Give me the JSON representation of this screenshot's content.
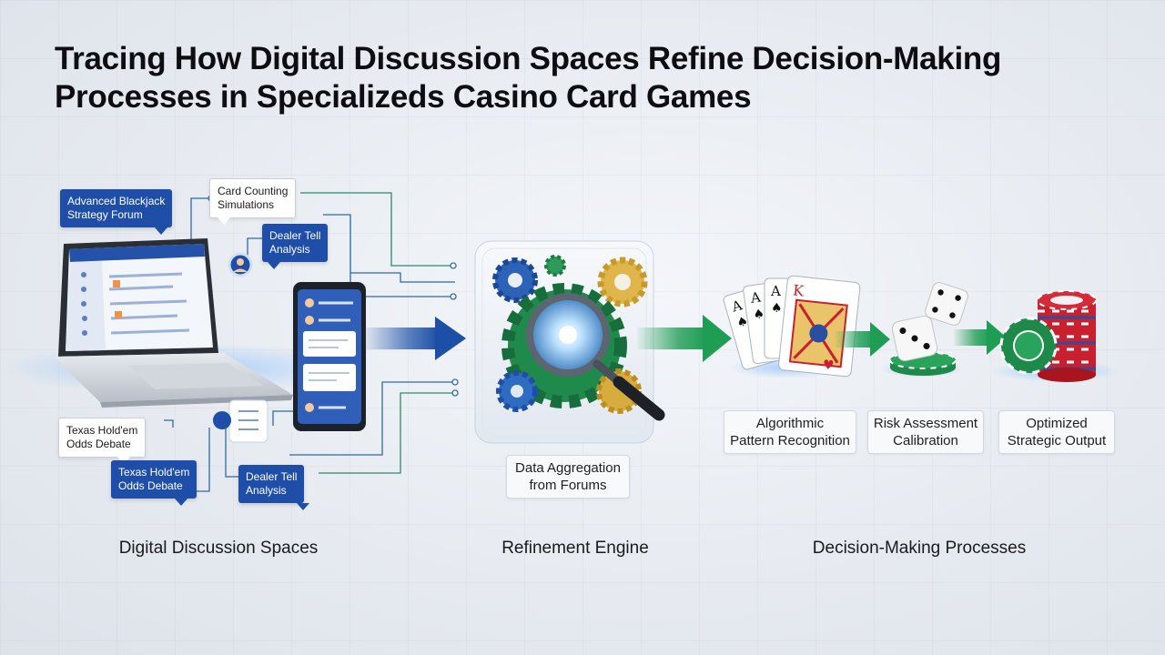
{
  "title": {
    "line1": "Tracing How Digital Discussion Spaces Refine Decision-Making",
    "line2": "Processes in Specializeds Casino Card Games"
  },
  "tags": {
    "blackjack": {
      "line1": "Advanced Blackjack",
      "line2": "Strategy Forum"
    },
    "card_counting": {
      "line1": "Card Counting",
      "line2": "Simulations"
    },
    "dealer_tell_top": {
      "line1": "Dealer Tell",
      "line2": "Analysis"
    },
    "holdem_left": {
      "line1": "Texas Hold'em",
      "line2": "Odds Debate"
    },
    "holdem_bottom": {
      "line1": "Texas Hold'em",
      "line2": "Odds Debate"
    },
    "dealer_tell_bottom": {
      "line1": "Dealer Tell",
      "line2": "Analysis"
    }
  },
  "boxes": {
    "aggregation": {
      "line1": "Data Aggregation",
      "line2": "from Forums"
    },
    "pattern": {
      "line1": "Algorithmic",
      "line2": "Pattern Recognition"
    },
    "risk": {
      "line1": "Risk Assessment",
      "line2": "Calibration"
    },
    "output": {
      "line1": "Optimized",
      "line2": "Strategic Output"
    }
  },
  "sections": {
    "discussion": "Digital Discussion Spaces",
    "engine": "Refinement Engine",
    "decision": "Decision-Making Processes"
  },
  "colors": {
    "forum_blue": "#1f4ea8",
    "arrow_blue": "#1d4fa6",
    "arrow_green": "#1f9d55",
    "chip_red": "#c8202e",
    "chip_green": "#1e8a4a"
  },
  "icons": [
    "laptop-icon",
    "smartphone-icon",
    "gear-icon",
    "magnifier-icon",
    "playing-cards-icon",
    "dice-icon",
    "chip-stack-icon"
  ]
}
